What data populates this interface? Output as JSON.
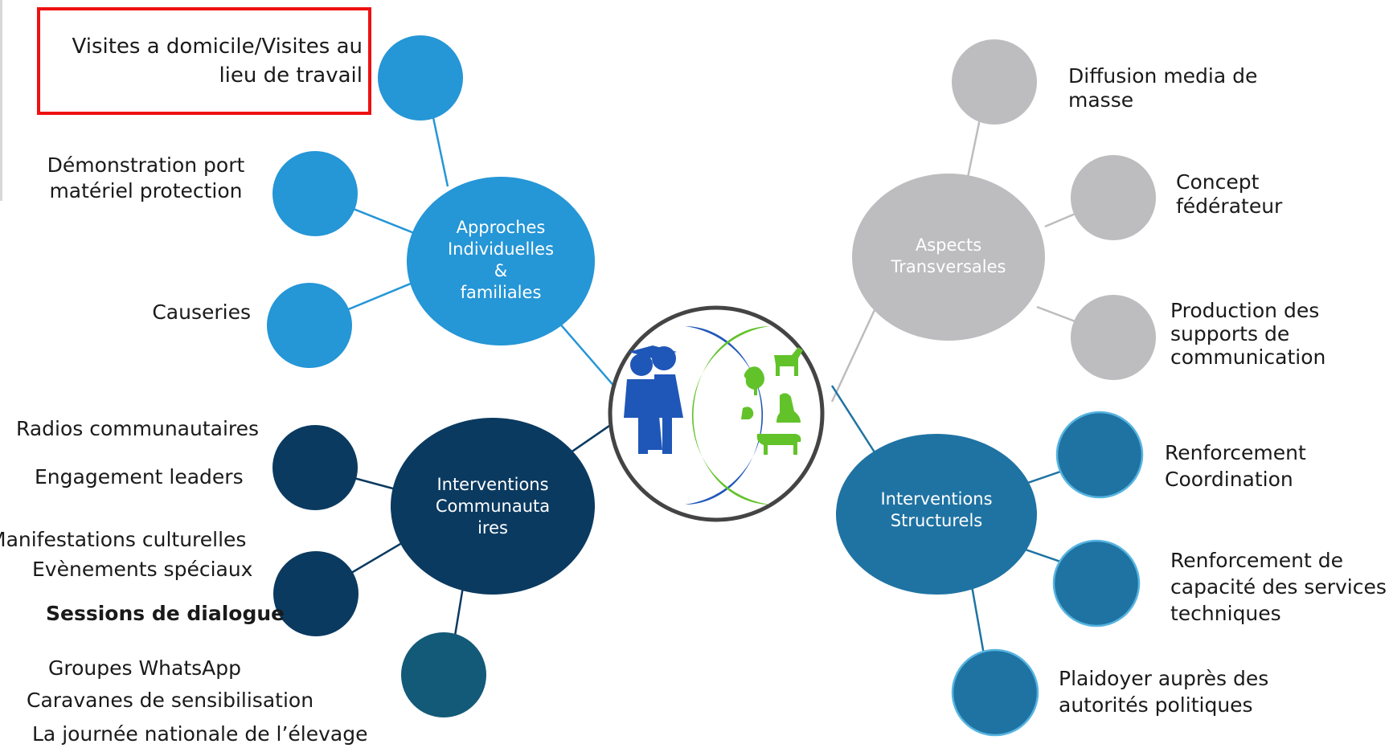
{
  "colors": {
    "light_blue": "#2596d6",
    "navy": "#0b3a60",
    "teal_dark": "#135a78",
    "steel_blue": "#1f73a3",
    "grey": "#bdbdc0",
    "highlight": "#ee1111",
    "logo_blue": "#1f57b8",
    "logo_green": "#62c22a"
  },
  "center": {
    "icon": "family-and-livestock-logo"
  },
  "hubs": {
    "individual": {
      "lines": [
        "Approches",
        "Individuelles",
        "&",
        "familiales"
      ]
    },
    "community": {
      "lines": [
        "Interventions",
        "Communauta",
        "ires"
      ]
    },
    "transversal": {
      "lines": [
        "Aspects",
        "Transversales"
      ]
    },
    "structural": {
      "lines": [
        "Interventions",
        "Structurels"
      ]
    }
  },
  "labels": {
    "home_visits": [
      "Visites a domicile/Visites au",
      "lieu de travail"
    ],
    "demonstration": [
      "Démonstration port",
      "matériel protection"
    ],
    "causeries": "Causeries",
    "radios": "Radios communautaires",
    "leaders": "Engagement leaders",
    "cultural": "Manifestations culturelles",
    "special_events": "Evènements spéciaux",
    "dialogue": "Sessions de dialogue",
    "whatsapp": "Groupes WhatsApp",
    "caravans": "Caravanes de sensibilisation",
    "national_day": "La journée nationale de l’élevage",
    "mass_media": [
      "Diffusion media de",
      "masse"
    ],
    "concept": [
      "Concept",
      "fédérateur"
    ],
    "production": [
      "Production des",
      "supports de",
      "communication"
    ],
    "coordination": [
      "Renforcement",
      "Coordination"
    ],
    "capacity": [
      "Renforcement de",
      "capacité des services",
      "techniques"
    ],
    "advocacy": [
      "Plaidoyer auprès des",
      "autorités politiques"
    ]
  }
}
